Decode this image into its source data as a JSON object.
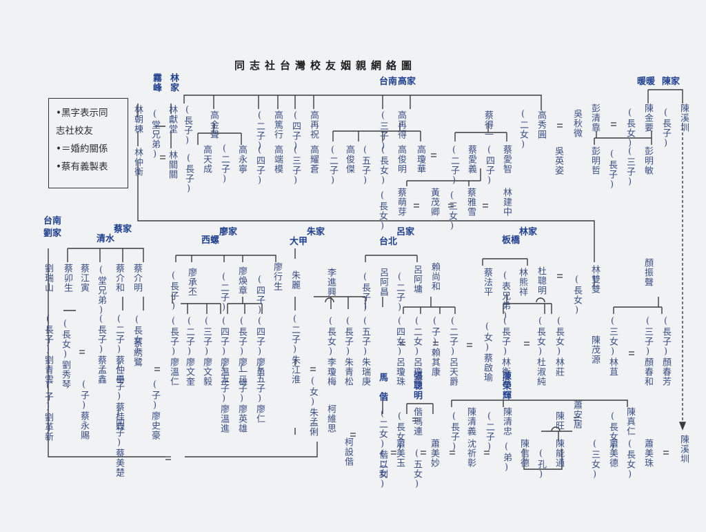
{
  "title": "同志社台灣校友姻親網絡圖",
  "legend": [
    "•黑字表示同",
    "志社校友",
    "•＝婚約關係",
    "•蔡有義製表"
  ],
  "families": {
    "lin_wufeng_a": "霧峰",
    "lin_wufeng_b": "林家",
    "gao_tainan_a": "台南",
    "gao_tainan_b": "高家",
    "chen_nuannuan_a": "暖暖",
    "chen_nuannuan_b": "陳家",
    "liu_tainan_a": "台南",
    "liu_tainan_b": "劉家",
    "cai_qingshui_a": "清水",
    "cai_qingshui_b": "蔡家",
    "liao_xiluo_a": "西螺",
    "liao_xiluo_b": "廖家",
    "zhu_dajia_a": "大甲",
    "zhu_dajia_b": "朱家",
    "lu_taipei_a": "台北",
    "lu_taipei_b": "呂家",
    "lin_banqiao_a": "板橋",
    "lin_banqiao_b": "林家",
    "ma": "馬　偕",
    "zhang": "張聰明",
    "chen_rong": "陳榮輝"
  },
  "people": {
    "p1": "林朝棟",
    "p2": "(堂兄弟)",
    "p3": "林獻堂",
    "p4": "林仲衡",
    "p5": "林關關",
    "p6": "(長子)",
    "p7": "高金聲",
    "p8": "(二子)",
    "p9": "高篤行",
    "p10": "(四子)",
    "p11": "高再祝",
    "p12": "(三子)",
    "p13": "高再得",
    "p14": "蔡得一",
    "p15": "(二女)",
    "p16": "高秀圓",
    "p17": "高天成",
    "p18": "(二子)",
    "p19": "高永寧",
    "p20": "(長子)",
    "p21": "(四子)",
    "p22": "高端模",
    "p23": "(三子)",
    "p24": "高耀蒼",
    "p25": "(二子)",
    "p26": "高俊傑",
    "p27": "(五子)",
    "p28": "(長女)",
    "p29": "高俊明",
    "p30": "高瓊華",
    "p31": "(二子)",
    "p32": "蔡愛義",
    "p33": "(四子)",
    "p34": "蔡愛智",
    "p35": "蔡萌芽",
    "p36": "黃茂卿",
    "p37": "(三女)",
    "p38": "蔡雅雪",
    "p39": "林建中",
    "p40": "(長女)",
    "p41": "吳秋微",
    "p42": "吳英姿",
    "p43": "彭清靠",
    "p44": "(長女)",
    "p45": "陳金要",
    "p46": "(長子)",
    "p47": "陳溪圳",
    "p48": "彭明哲",
    "p49": "(長子)",
    "p50": "(三子)",
    "p51": "彭明敏",
    "p52": "劉瑞山",
    "p53": "(長子)劉青雲",
    "p54": "(長女)劉秀琴",
    "p55": "(子)劉革新",
    "p56": "蔡卯生",
    "p57": "蔡江寅",
    "p58": "(堂兄弟)",
    "p59": "蔡介和",
    "p60": "蔡介明",
    "p61": "(長子)蔡孟鑫",
    "p62": "(二子)蔡仲舉",
    "p63": "(三子)蔡桂森",
    "p64": "(四子)蔡美楚",
    "p65": "(子)蔡永賜",
    "p66": "(長女)",
    "p67": "蔡綉鷺",
    "p68": "(子)廖史豪",
    "p69": "(長子)",
    "p70": "廖承丕",
    "p71": "(二子)",
    "p72": "廖煥章",
    "p73": "(四子)",
    "p74": "廖行生",
    "p75": "(長子)廖溫仁",
    "p76": "(二子)廖文奎",
    "p77": "(三子)廖文毅",
    "p78": "(四子)廖溫正",
    "p79": "(五子)廖溫進",
    "p80": "(長子)廖一雄",
    "p81": "(二子)廖英雄",
    "p82": "(四子)廖勇",
    "p83": "(五子)廖仁",
    "p84": "朱麗",
    "p85": "(二子)朱江淮",
    "p86": "(女)朱孟俐",
    "p87": "李進興",
    "p88": "(長女)李瓊梅",
    "p89": "(長子)朱青松",
    "p90": "(五子)朱瑞庚",
    "p91": "(長子)",
    "p92": "呂阿昌",
    "p93": "(二子)",
    "p94": "呂阿墉",
    "p95": "賴尚和",
    "p96": "(四女)呂瓊珠",
    "p97": "(二女)呂瓊華",
    "p98": "(子)賴其康",
    "p99": "(二子)呂天爵",
    "p100": "蔡法平",
    "p101": "(表兄弟)",
    "p102": "林熊祥",
    "p103": "杜聰明",
    "p104": "(長女)",
    "p105": "林雙雙",
    "p106": "顏振聲",
    "p107": "(女)蔡啟瑜",
    "p108": "(長子)林衡道",
    "p109": "(長女)杜淑純",
    "p110": "(長女)林莊",
    "p111": "陳茂源",
    "p112": "(三女)林苴",
    "p113": "(三子)顏春和",
    "p114": "(長子)顏春芳",
    "p115": "柯維思",
    "p116": "柯設偕",
    "p117": "(二女)偕以利",
    "p118": "(長女)",
    "p119": "偕瑪連",
    "p120": "(長子)",
    "p121": "陳清義",
    "p122": "(二子)",
    "p123": "陳清忠",
    "p124": "蕭安居",
    "p125": "(長女)",
    "p126": "陳真仁",
    "p127": "(二女)",
    "p128": "蕭美玉",
    "p129": "(五女)",
    "p130": "蕭美妙",
    "p131": "沈祈彰",
    "p132": "(弟)",
    "p133": "陳旺",
    "p134": "陳信德",
    "p135": "(孔)",
    "p136": "陳能通",
    "p137": "(三女)",
    "p138": "蕭美德",
    "p139": "(長女)",
    "p140": "蕭美珠",
    "p141": "陳溪圳"
  }
}
